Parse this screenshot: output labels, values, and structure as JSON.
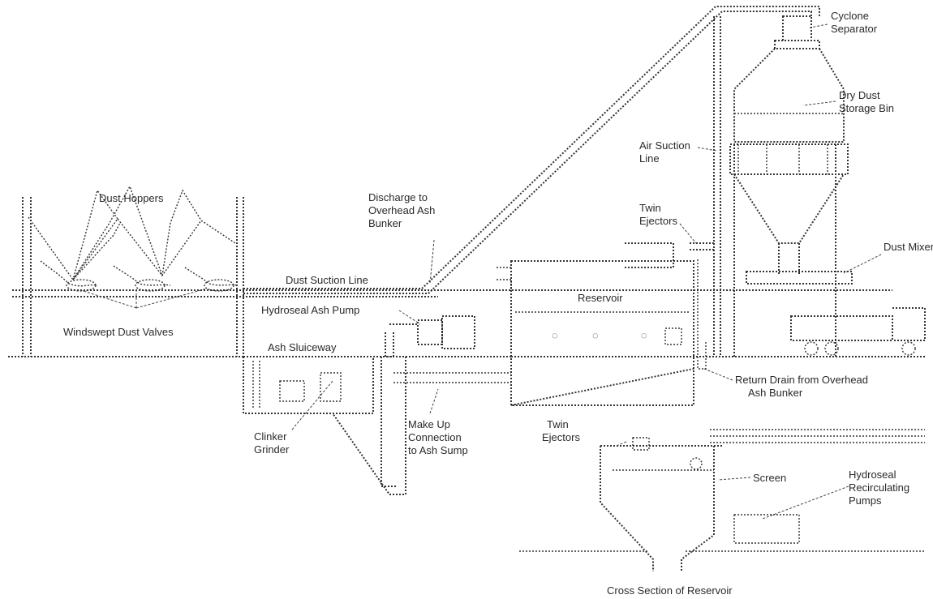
{
  "diagram": {
    "labels": {
      "cyclone_separator": [
        "Cyclone",
        "Separator"
      ],
      "dry_dust_storage_bin": [
        "Dry Dust",
        "Storage Bin"
      ],
      "air_suction_line": [
        "Air Suction",
        "Line"
      ],
      "dust_hoppers": "Dust Hoppers",
      "discharge_to_overhead": [
        "Discharge to",
        "Overhead Ash",
        "Bunker"
      ],
      "twin_ejectors_top": [
        "Twin",
        "Ejectors"
      ],
      "dust_mixer": "Dust Mixer",
      "dust_suction_line": "Dust Suction Line",
      "hydroseal_ash_pump": "Hydroseal Ash Pump",
      "reservoir": "Reservoir",
      "windswept_dust_valves": "Windswept Dust Valves",
      "ash_sluiceway": "Ash Sluiceway",
      "return_drain": [
        "Return Drain from Overhead",
        "Ash Bunker"
      ],
      "clinker_grinder": [
        "Clinker",
        "Grinder"
      ],
      "make_up_connection": [
        "Make Up",
        "Connection",
        "to Ash Sump"
      ],
      "twin_ejectors_bottom": [
        "Twin",
        "Ejectors"
      ],
      "screen": "Screen",
      "hydroseal_recirculating_pumps": [
        "Hydroseal",
        "Recirculating",
        "Pumps"
      ],
      "cross_section_of_reservoir": "Cross Section of Reservoir"
    }
  }
}
